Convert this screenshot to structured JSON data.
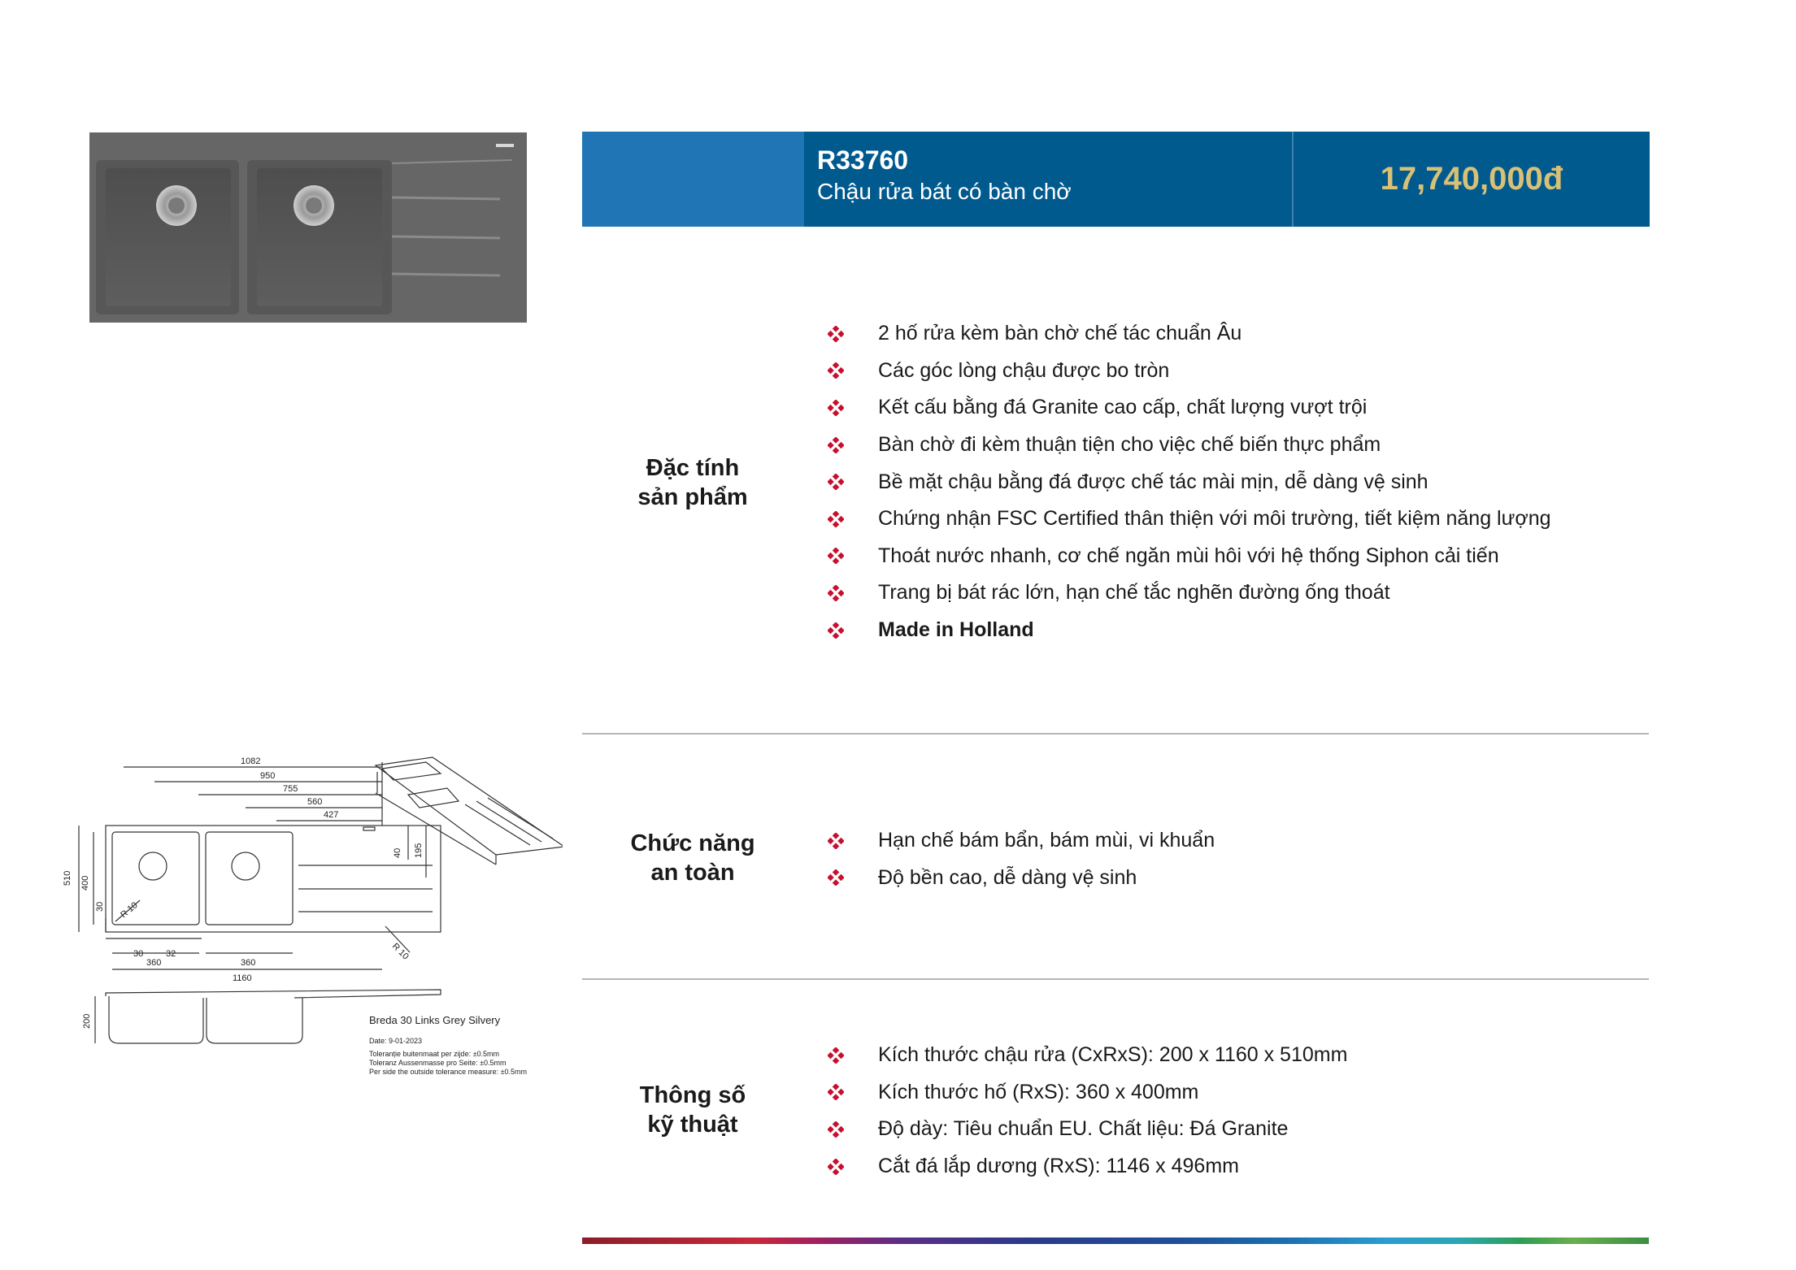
{
  "header": {
    "code": "R33760",
    "subtitle": "Chậu rửa bát có bàn chờ",
    "price": "17,740,000đ"
  },
  "colors": {
    "header_blue": "#005a8e",
    "header_light_blue": "#2076b4",
    "price_gold": "#d8c077",
    "bullet_red": "#c8102e"
  },
  "sections": [
    {
      "title_line1": "Đặc tính",
      "title_line2": "sản phẩm",
      "items": [
        "2 hố rửa kèm bàn chờ chế tác chuẩn Âu",
        "Các góc lòng chậu được bo tròn",
        "Kết cấu bằng đá Granite cao cấp, chất lượng vượt trội",
        "Bàn chờ đi kèm thuận tiện cho việc chế biến thực phẩm",
        "Bề mặt chậu bằng đá được chế tác mài mịn, dễ dàng vệ sinh",
        "Chứng nhận FSC Certified thân thiện với môi trường, tiết kiệm năng lượng",
        "Thoát nước nhanh, cơ chế ngăn mùi hôi với hệ thống Siphon cải tiến",
        "Trang bị bát rác lớn, hạn chế tắc nghẽn đường ống thoát",
        "Made in Holland"
      ]
    },
    {
      "title_line1": "Chức năng",
      "title_line2": "an toàn",
      "items": [
        "Hạn chế bám bẩn, bám mùi, vi khuẩn",
        "Độ bền cao, dễ dàng vệ sinh"
      ]
    },
    {
      "title_line1": "Thông số",
      "title_line2": "kỹ thuật",
      "items": [
        "Kích thước chậu rửa (CxRxS): 200 x 1160 x 510mm",
        "Kích thước hố (RxS): 360 x 400mm",
        "Độ dày: Tiêu chuẩn EU. Chất liệu: Đá Granite",
        "Cắt đá lắp dương (RxS): 1146 x 496mm"
      ]
    }
  ],
  "drawing": {
    "dims_top": [
      "1082",
      "950",
      "755",
      "560",
      "427"
    ],
    "dims_left": [
      "510",
      "400",
      "30"
    ],
    "dims_right": [
      "40",
      "195"
    ],
    "dims_bottom": [
      "30",
      "32",
      "360",
      "360",
      "1160"
    ],
    "radius_a": "R 10",
    "radius_b": "R 10",
    "depth": "200",
    "model_name": "Breda 30 Links Grey Silvery",
    "date": "Date: 9-01-2023",
    "tolerance_1": "Toleranție buitenmaat per zijde: ±0.5mm",
    "tolerance_2": "Toleranz Aussenmasse pro Seite: ±0.5mm",
    "tolerance_3": "Per side the outside tolerance measure: ±0.5mm"
  }
}
